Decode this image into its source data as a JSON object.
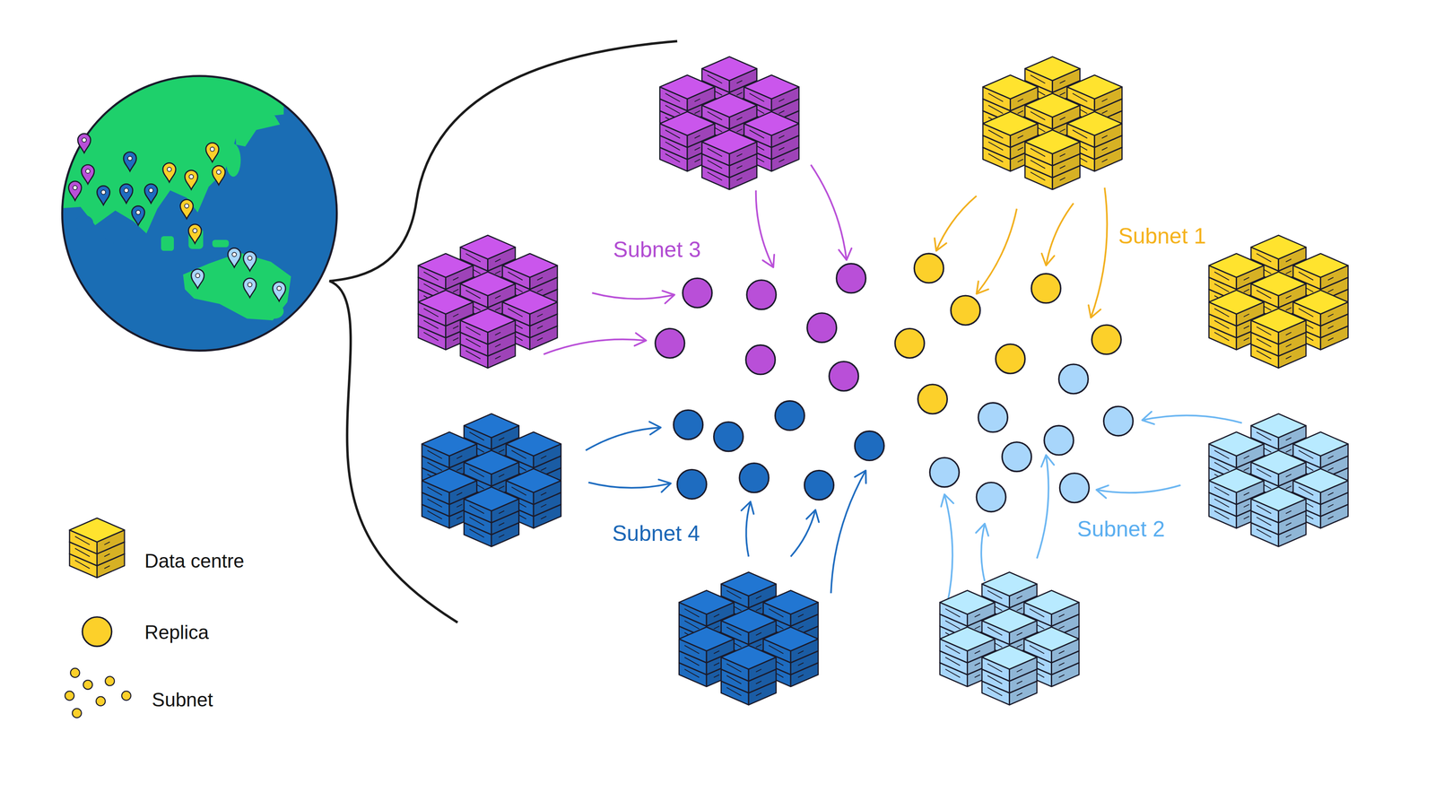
{
  "diagram": {
    "labels": [
      "Subnet 3",
      "Subnet 1",
      "Subnet 4",
      "Subnet 2"
    ],
    "legend": [
      {
        "text": "Data centre"
      },
      {
        "text": "Replica",
        "color": "#fcd02a"
      },
      {
        "text": "Subnet"
      }
    ]
  }
}
